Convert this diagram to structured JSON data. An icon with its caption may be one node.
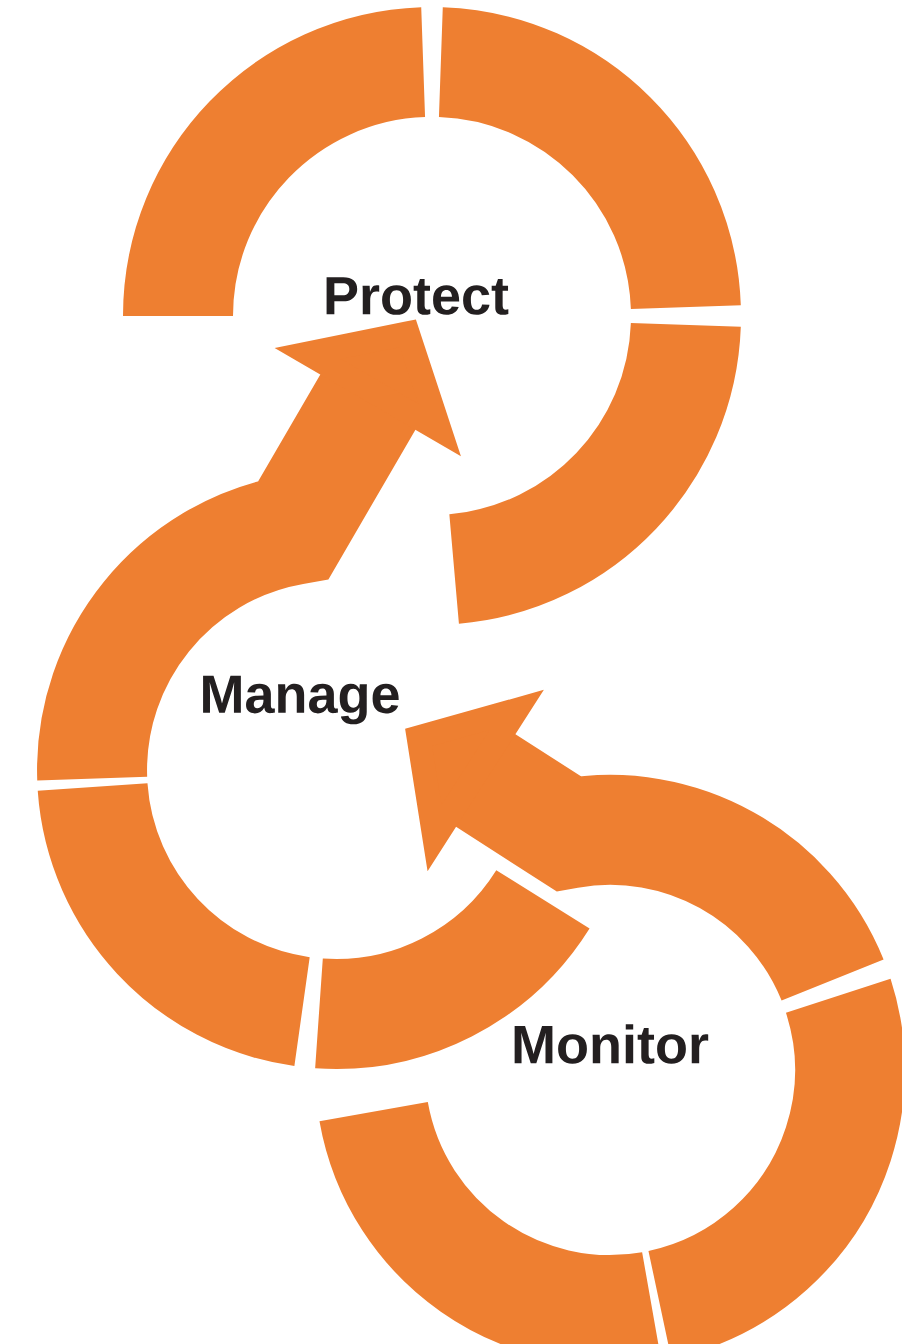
{
  "diagram": {
    "nodes": [
      {
        "text": [
          "Protect"
        ]
      },
      {
        "text": [
          "Manage"
        ]
      },
      {
        "text": [
          "Monitor"
        ]
      }
    ],
    "edges": [
      {
        "from": 1,
        "to": 0,
        "arrow": "to"
      },
      {
        "from": 2,
        "to": 1,
        "arrow": "to"
      }
    ]
  }
}
